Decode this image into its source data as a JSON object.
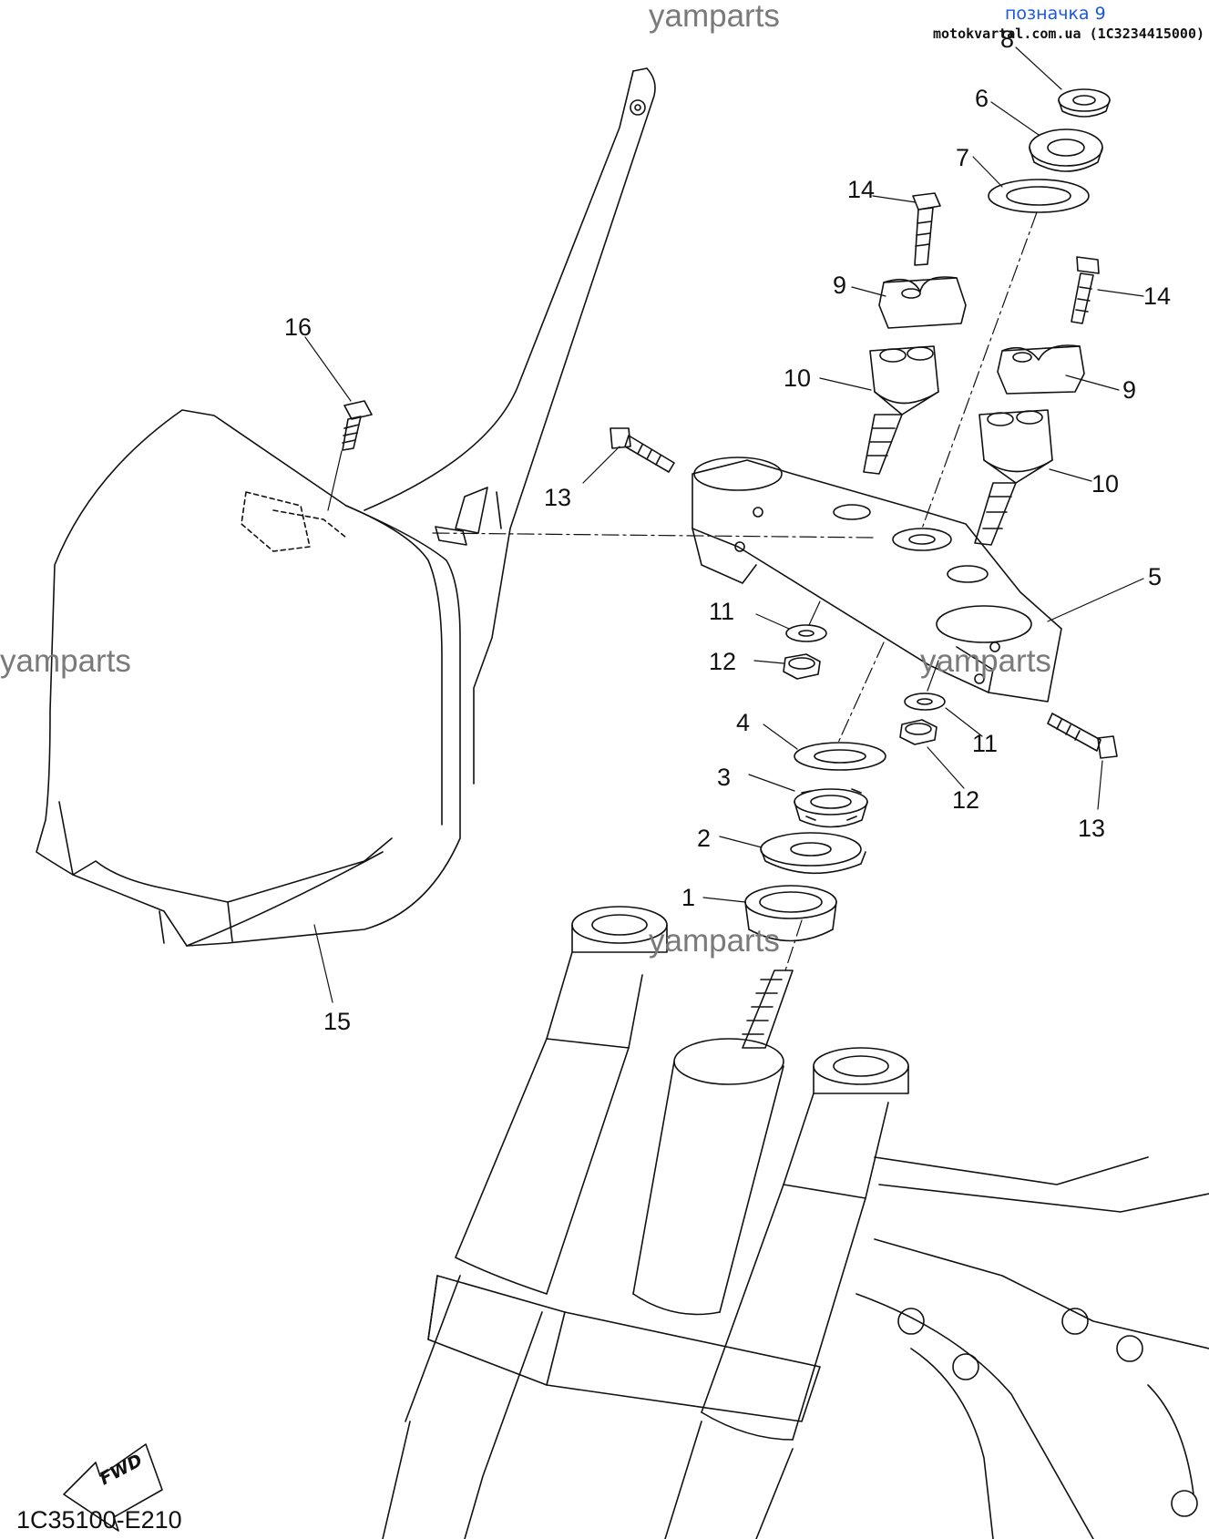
{
  "watermark": "yamparts",
  "header": {
    "tag": "позначка 9",
    "store": "motokvartal.com.ua (1C3234415000)"
  },
  "diagram_code": "1C35100-E210",
  "fwd_label": "FWD",
  "callouts": [
    "1",
    "2",
    "3",
    "4",
    "5",
    "6",
    "7",
    "8",
    "9",
    "9",
    "10",
    "10",
    "11",
    "11",
    "12",
    "12",
    "13",
    "13",
    "14",
    "14",
    "15",
    "16"
  ],
  "colors": {
    "line": "#111111",
    "watermark": "#7a7a7a",
    "tag": "#1a57e0"
  }
}
